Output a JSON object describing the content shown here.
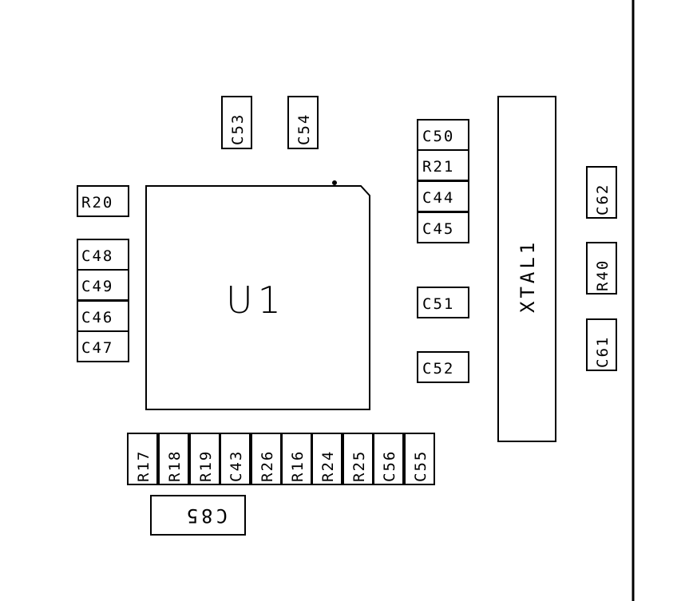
{
  "board": {
    "main_ic": "U1",
    "crystal": "XTAL1",
    "top_caps": {
      "c1": "C53",
      "c2": "C54"
    },
    "right_stack": {
      "a": "C50",
      "b": "R21",
      "c": "C44",
      "d": "C45"
    },
    "right_single": {
      "a": "C51",
      "b": "C52"
    },
    "left_top": "R20",
    "left_stack": {
      "a": "C48",
      "b": "C49",
      "c": "C46",
      "d": "C47"
    },
    "bottom_row": {
      "r17": "R17",
      "r18": "R18",
      "r19": "R19",
      "c43": "C43",
      "r26": "R26",
      "r16": "R16",
      "r24": "R24",
      "r25": "R25",
      "c56": "C56",
      "c55": "C55"
    },
    "bottom_flipped": "C85",
    "far_right": {
      "a": "C62",
      "b": "R40",
      "c": "C61"
    }
  }
}
